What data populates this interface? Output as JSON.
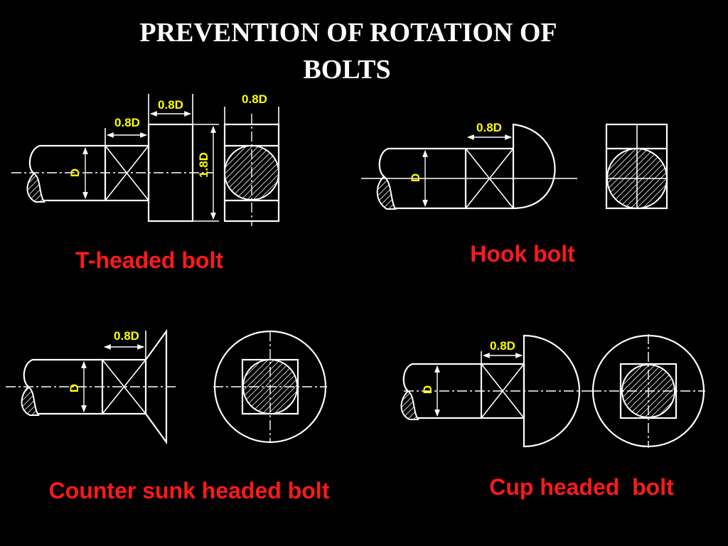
{
  "slide": {
    "title_line1": "PREVENTION OF ROTATION OF",
    "title_line2": "BOLTS"
  },
  "figures": {
    "t_headed": {
      "caption": "T-headed bolt",
      "dims": {
        "shank_dia": "D",
        "neck_length": "0.8D",
        "head_thickness": "0.8D",
        "head_height": "1.8D",
        "end_view_width": "0.8D"
      }
    },
    "hook": {
      "caption": "Hook bolt",
      "dims": {
        "shank_dia": "D",
        "neck_length": "0.8D"
      }
    },
    "counter_sunk": {
      "caption": "Counter sunk headed bolt",
      "dims": {
        "shank_dia": "D",
        "neck_length": "0.8D"
      }
    },
    "cup_headed": {
      "caption": "Cup headed  bolt",
      "dims": {
        "shank_dia": "D",
        "neck_length": "0.8D"
      }
    }
  },
  "colors": {
    "background": "#000000",
    "title": "#ffffff",
    "caption": "#ff1a1a",
    "dimension_text": "#ffff00",
    "line": "#ffffff"
  }
}
